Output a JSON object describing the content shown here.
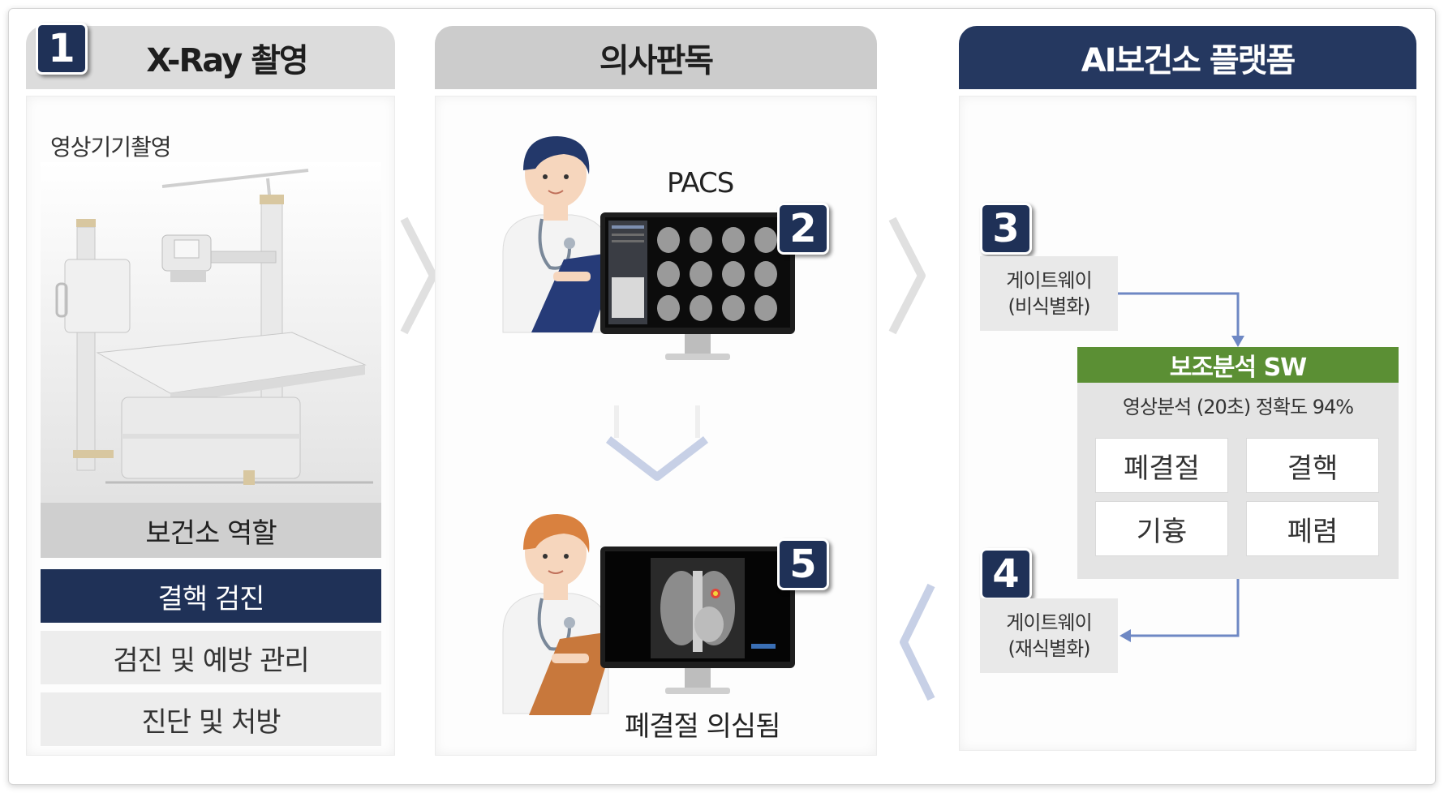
{
  "step1": {
    "badge": "1",
    "title": "X-Ray 촬영",
    "sub_label": "영상기기촬영",
    "role_header": "보건소 역할",
    "roles": [
      "결핵 검진",
      "검진 및 예방 관리",
      "진단 및 처방"
    ]
  },
  "step2": {
    "title": "의사판독",
    "pacs_label": "PACS",
    "badge_pacs": "2",
    "badge_result": "5",
    "result_label": "폐결절 의심됨"
  },
  "step3": {
    "title": "AI보건소 플랫폼",
    "badge_gateway_in": "3",
    "gateway_in": [
      "게이트웨이",
      "(비식별화)"
    ],
    "sw_title": "보조분석 SW",
    "sw_sub": "영상분석 (20초) 정확도 94%",
    "findings": [
      "폐결절",
      "결핵",
      "기흉",
      "폐렴"
    ],
    "badge_gateway_out": "4",
    "gateway_out": [
      "게이트웨이",
      "(재식별화)"
    ]
  },
  "colors": {
    "navy": "#1f3157",
    "header_navy": "#253860",
    "green": "#5b8f34",
    "arrow_blue": "#6e88c4"
  }
}
